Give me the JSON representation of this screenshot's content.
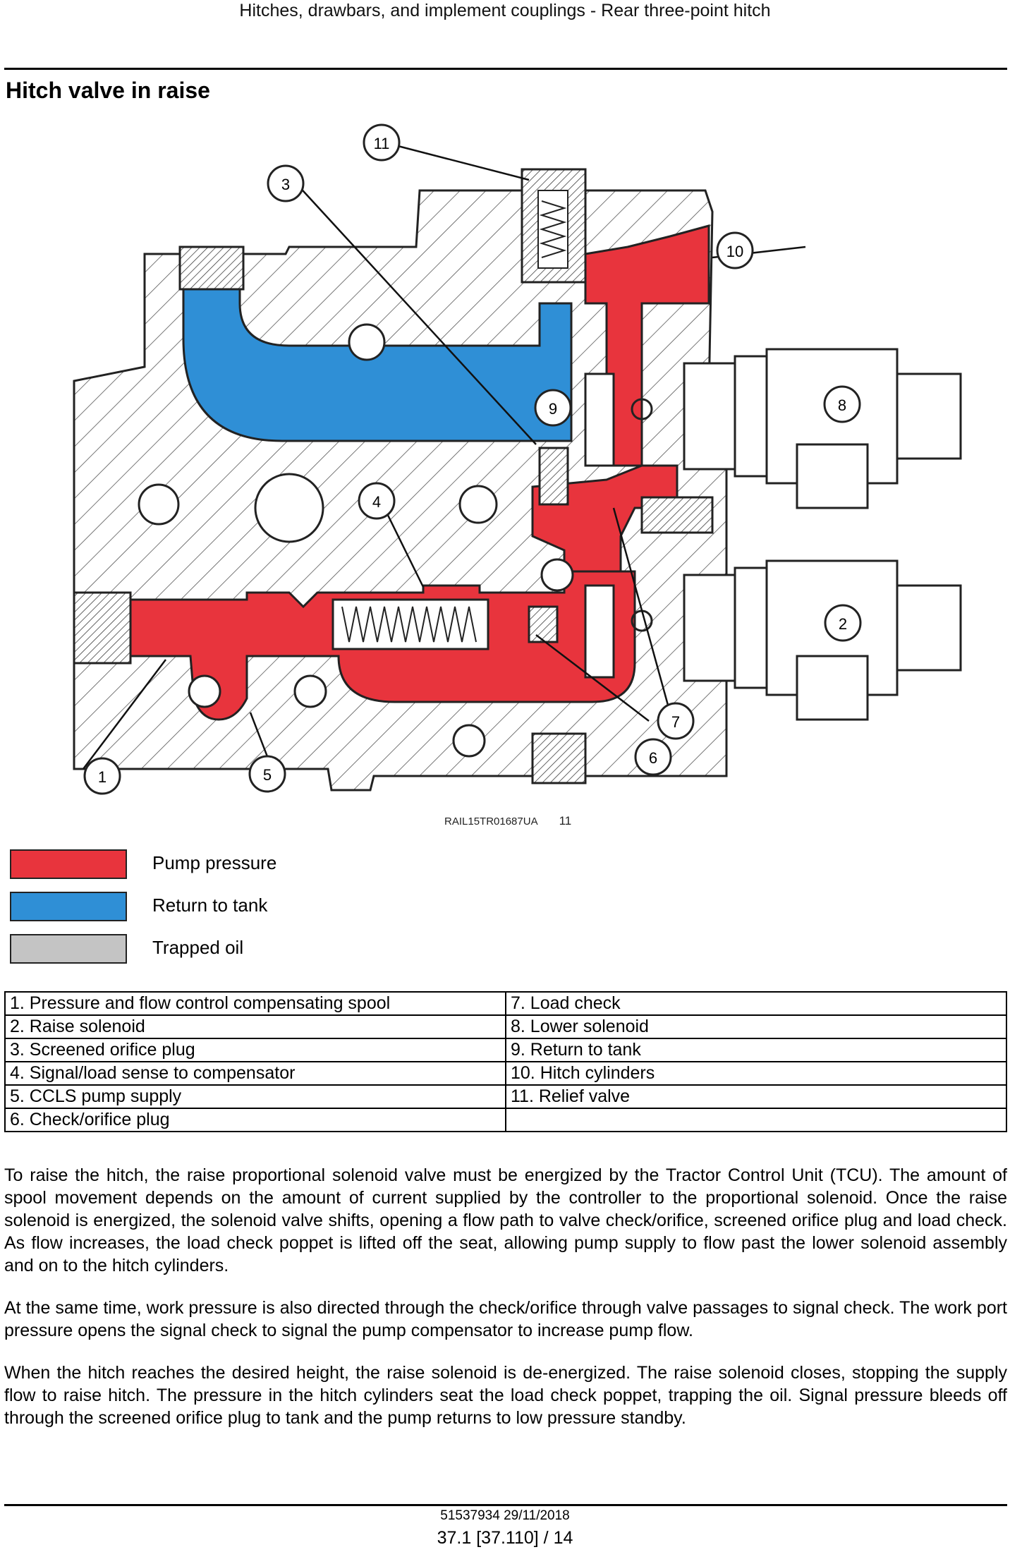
{
  "header": {
    "running_title": "Hitches, drawbars, and implement couplings - Rear three-point hitch"
  },
  "section": {
    "title": "Hitch valve in raise"
  },
  "figure": {
    "reference": "RAIL15TR01687UA",
    "number": "11",
    "callouts": [
      "1",
      "2",
      "3",
      "4",
      "5",
      "6",
      "7",
      "8",
      "9",
      "10",
      "11"
    ],
    "colors": {
      "pump_pressure": "#e8343d",
      "return_to_tank": "#2f8fd6",
      "trapped_oil": "#c4c4c4"
    }
  },
  "legend": [
    {
      "label": "Pump pressure",
      "color": "#e8343d"
    },
    {
      "label": "Return to tank",
      "color": "#2f8fd6"
    },
    {
      "label": "Trapped oil",
      "color": "#c4c4c4"
    }
  ],
  "parts": {
    "left": [
      "1. Pressure and flow control compensating spool",
      "2.  Raise solenoid",
      "3.  Screened orifice plug",
      "4.  Signal/load sense to compensator",
      "5.  CCLS pump supply",
      "6.  Check/orifice plug"
    ],
    "right": [
      "7.  Load check",
      "8.  Lower solenoid",
      "9.  Return to tank",
      "10.  Hitch cylinders",
      "11.  Relief valve",
      ""
    ]
  },
  "body": {
    "p1": "To raise the hitch, the raise proportional solenoid valve must be energized by the Tractor Control Unit (TCU). The amount of spool movement depends on the amount of current supplied by the controller to the proportional solenoid. Once the raise solenoid is energized, the solenoid valve shifts, opening a flow path to valve check/orifice, screened orifice plug and load check.  As flow increases, the load check poppet is lifted off the seat, allowing pump supply to flow past the lower solenoid assembly and on to the hitch cylinders.",
    "p2": "At the same time, work pressure is also directed through the check/orifice through valve passages to signal check. The work port pressure opens the signal check to signal the pump compensator to increase pump flow.",
    "p3": "When the hitch reaches the desired height, the raise solenoid is de-energized.  The raise solenoid closes, stopping the supply flow to raise hitch. The pressure in the hitch cylinders seat the load check poppet, trapping the oil.  Signal pressure bleeds off through the screened orifice plug to tank and the pump returns to low pressure standby."
  },
  "footer": {
    "doc_code": "51537934 29/11/2018",
    "page": "37.1 [37.110] / 14"
  }
}
